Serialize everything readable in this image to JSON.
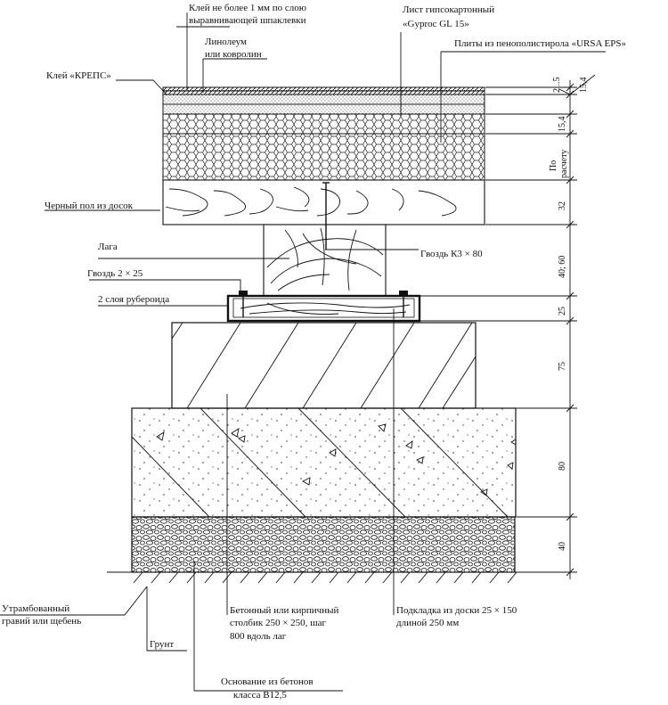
{
  "labels": {
    "glue_levelling": [
      "Клей не более 1 мм по слою",
      "выравнивающей шпаклевки"
    ],
    "linoleum": [
      "Линолеум",
      "или ковролин"
    ],
    "glue_kreps": "Клей «КРЕПС»",
    "gypsum_sheet": [
      "Лист гипсокартонный",
      "«Gyproc GL 15»"
    ],
    "foam_plates": "Плиты из пенополистирола «URSA EPS»",
    "rough_floor": "Черный пол из досок",
    "joist": "Лага",
    "nail_k3": "Гвоздь К3 × 80",
    "nail_2x25": "Гвоздь 2 × 25",
    "roofing_felt": "2 слоя рубероида",
    "compacted_gravel": [
      "Утрамбованный",
      "гравий или щебень"
    ],
    "post": [
      "Бетонный или кирпичный",
      "столбик 250 × 250, шаг",
      "800 вдоль лаг"
    ],
    "pad": [
      "Подкладка из доски 25 × 150",
      "длиной 250 мм"
    ],
    "soil": "Грунт",
    "base": [
      "Основание из бетонов",
      "класса В12,5"
    ]
  },
  "dimensions": {
    "d_2_5": "2...5",
    "d_15_4_top": "15,4",
    "d_15_4": "15,4",
    "d_calc": [
      "По",
      "расчету"
    ],
    "d_32": "32",
    "d_40_60": "40; 60",
    "d_25": "25",
    "d_75": "75",
    "d_80": "80",
    "d_40": "40"
  }
}
